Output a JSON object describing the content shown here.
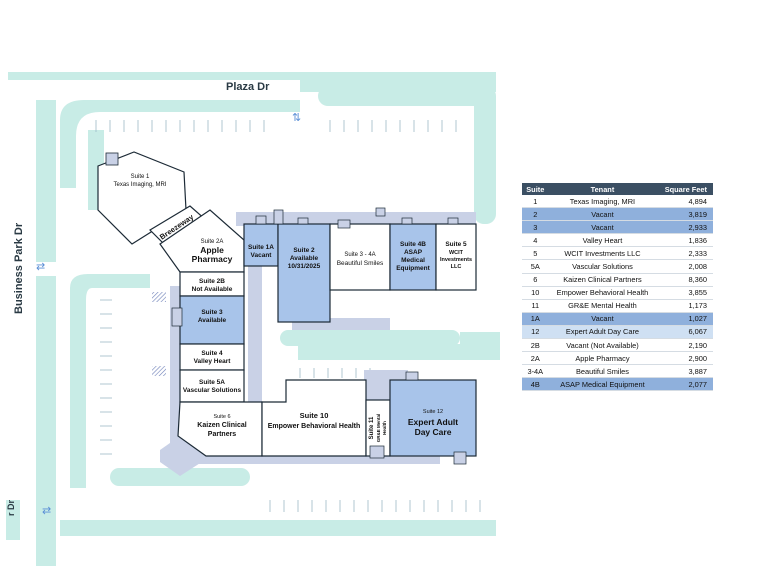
{
  "roads": {
    "top": "Plaza Dr",
    "left": "Business Park Dr",
    "left_fragment": "r Dr"
  },
  "breezeway": "Breezeway",
  "suites": {
    "s1": [
      "Suite 1",
      "Texas Imaging, MRI"
    ],
    "s2a": [
      "Suite 2A",
      "Apple",
      "Pharmacy"
    ],
    "s1a": [
      "Suite 1A",
      "Vacant"
    ],
    "s2": [
      "Suite 2",
      "Available",
      "10/31/2025"
    ],
    "s3_4a": [
      "Suite 3 - 4A",
      "Beautiful Smiles"
    ],
    "s4b": [
      "Suite 4B",
      "ASAP",
      "Medical",
      "Equipment"
    ],
    "s5": [
      "Suite 5",
      "WCIT",
      "Investments",
      "LLC"
    ],
    "s2b": [
      "Suite 2B",
      "Not Available"
    ],
    "s3": [
      "Suite 3",
      "Available"
    ],
    "s4": [
      "Suite 4",
      "Valley Heart"
    ],
    "s5a": [
      "Suite 5A",
      "Vascular Solutions"
    ],
    "s6": [
      "Suite 6",
      "Kaizen Clinical",
      "Partners"
    ],
    "s10": [
      "Suite 10",
      "Empower Behavioral Health"
    ],
    "s11": [
      "Suite 11",
      "GR&E Mental",
      "Health"
    ],
    "s12": [
      "Suite 12",
      "Expert Adult",
      "Day Care"
    ]
  },
  "colors": {
    "parking": "#c8ece6",
    "vacant": "#a8c4ea",
    "building_outline": "#1c2a36",
    "sidewalk": "#c9d1e6",
    "legend_header": "#3b4f63"
  },
  "legend": {
    "headers": [
      "Suite",
      "Tenant",
      "Square Feet"
    ],
    "rows": [
      {
        "suite": "1",
        "tenant": "Texas Imaging, MRI",
        "sf": "4,894",
        "style": "plain"
      },
      {
        "suite": "2",
        "tenant": "Vacant",
        "sf": "3,819",
        "style": "vacant"
      },
      {
        "suite": "3",
        "tenant": "Vacant",
        "sf": "2,933",
        "style": "vacant"
      },
      {
        "suite": "4",
        "tenant": "Valley Heart",
        "sf": "1,836",
        "style": "plain"
      },
      {
        "suite": "5",
        "tenant": "WCIT Investments LLC",
        "sf": "2,333",
        "style": "plain"
      },
      {
        "suite": "5A",
        "tenant": "Vascular Solutions",
        "sf": "2,008",
        "style": "plain"
      },
      {
        "suite": "6",
        "tenant": "Kaizen Clinical Partners",
        "sf": "8,360",
        "style": "plain"
      },
      {
        "suite": "10",
        "tenant": "Empower Behavioral Health",
        "sf": "3,855",
        "style": "plain"
      },
      {
        "suite": "11",
        "tenant": "GR&E Mental Health",
        "sf": "1,173",
        "style": "plain"
      },
      {
        "suite": "1A",
        "tenant": "Vacant",
        "sf": "1,027",
        "style": "vacant"
      },
      {
        "suite": "12",
        "tenant": "Expert Adult Day Care",
        "sf": "6,067",
        "style": "light"
      },
      {
        "suite": "2B",
        "tenant": "Vacant (Not Available)",
        "sf": "2,190",
        "style": "plain"
      },
      {
        "suite": "2A",
        "tenant": "Apple Pharmacy",
        "sf": "2,900",
        "style": "plain"
      },
      {
        "suite": "3-4A",
        "tenant": "Beautiful Smiles",
        "sf": "3,887",
        "style": "plain"
      },
      {
        "suite": "4B",
        "tenant": "ASAP Medical Equipment",
        "sf": "2,077",
        "style": "vacant"
      }
    ]
  }
}
